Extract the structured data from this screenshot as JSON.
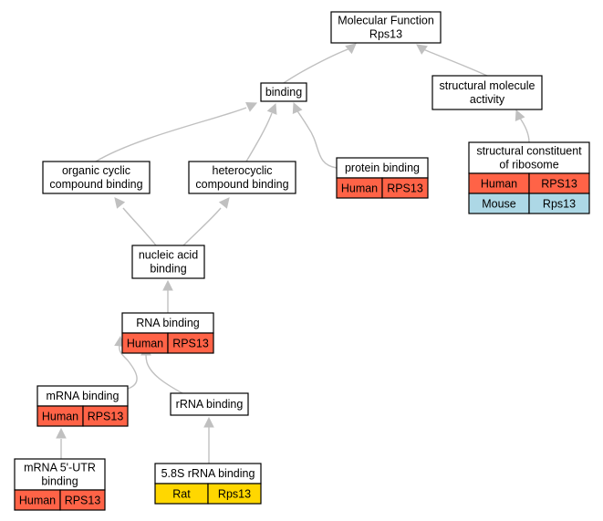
{
  "colors": {
    "human": "#ff6347",
    "mouse": "#add8e6",
    "rat": "#ffd700",
    "edge": "#c0c0c0"
  },
  "nodes": [
    {
      "id": "mf",
      "lines": [
        "Molecular Function",
        "Rps13"
      ],
      "annotations": []
    },
    {
      "id": "binding",
      "lines": [
        "binding"
      ],
      "annotations": []
    },
    {
      "id": "sma",
      "lines": [
        "structural molecule",
        "activity"
      ],
      "annotations": []
    },
    {
      "id": "scr",
      "lines": [
        "structural constituent",
        "of ribosome"
      ],
      "annotations": [
        {
          "species": "Human",
          "gene": "RPS13",
          "color": "human"
        },
        {
          "species": "Mouse",
          "gene": "Rps13",
          "color": "mouse"
        }
      ]
    },
    {
      "id": "ocb",
      "lines": [
        "organic cyclic",
        "compound binding"
      ],
      "annotations": []
    },
    {
      "id": "hcb",
      "lines": [
        "heterocyclic",
        "compound binding"
      ],
      "annotations": []
    },
    {
      "id": "pb",
      "lines": [
        "protein binding"
      ],
      "annotations": [
        {
          "species": "Human",
          "gene": "RPS13",
          "color": "human"
        }
      ]
    },
    {
      "id": "nab",
      "lines": [
        "nucleic acid",
        "binding"
      ],
      "annotations": []
    },
    {
      "id": "rnab",
      "lines": [
        "RNA binding"
      ],
      "annotations": [
        {
          "species": "Human",
          "gene": "RPS13",
          "color": "human"
        }
      ]
    },
    {
      "id": "mrnab",
      "lines": [
        "mRNA binding"
      ],
      "annotations": [
        {
          "species": "Human",
          "gene": "RPS13",
          "color": "human"
        }
      ]
    },
    {
      "id": "rrnab",
      "lines": [
        "rRNA binding"
      ],
      "annotations": []
    },
    {
      "id": "utr",
      "lines": [
        "mRNA 5'-UTR",
        "binding"
      ],
      "annotations": [
        {
          "species": "Human",
          "gene": "RPS13",
          "color": "human"
        }
      ]
    },
    {
      "id": "r58s",
      "lines": [
        "5.8S rRNA binding"
      ],
      "annotations": [
        {
          "species": "Rat",
          "gene": "Rps13",
          "color": "rat"
        }
      ]
    }
  ],
  "edges": [
    {
      "from": "binding",
      "to": "mf"
    },
    {
      "from": "sma",
      "to": "mf"
    },
    {
      "from": "scr",
      "to": "sma"
    },
    {
      "from": "ocb",
      "to": "binding"
    },
    {
      "from": "hcb",
      "to": "binding"
    },
    {
      "from": "pb",
      "to": "binding"
    },
    {
      "from": "nab",
      "to": "ocb"
    },
    {
      "from": "nab",
      "to": "hcb"
    },
    {
      "from": "rnab",
      "to": "nab"
    },
    {
      "from": "mrnab",
      "to": "rnab"
    },
    {
      "from": "rrnab",
      "to": "rnab"
    },
    {
      "from": "utr",
      "to": "mrnab"
    },
    {
      "from": "r58s",
      "to": "rrnab"
    }
  ]
}
